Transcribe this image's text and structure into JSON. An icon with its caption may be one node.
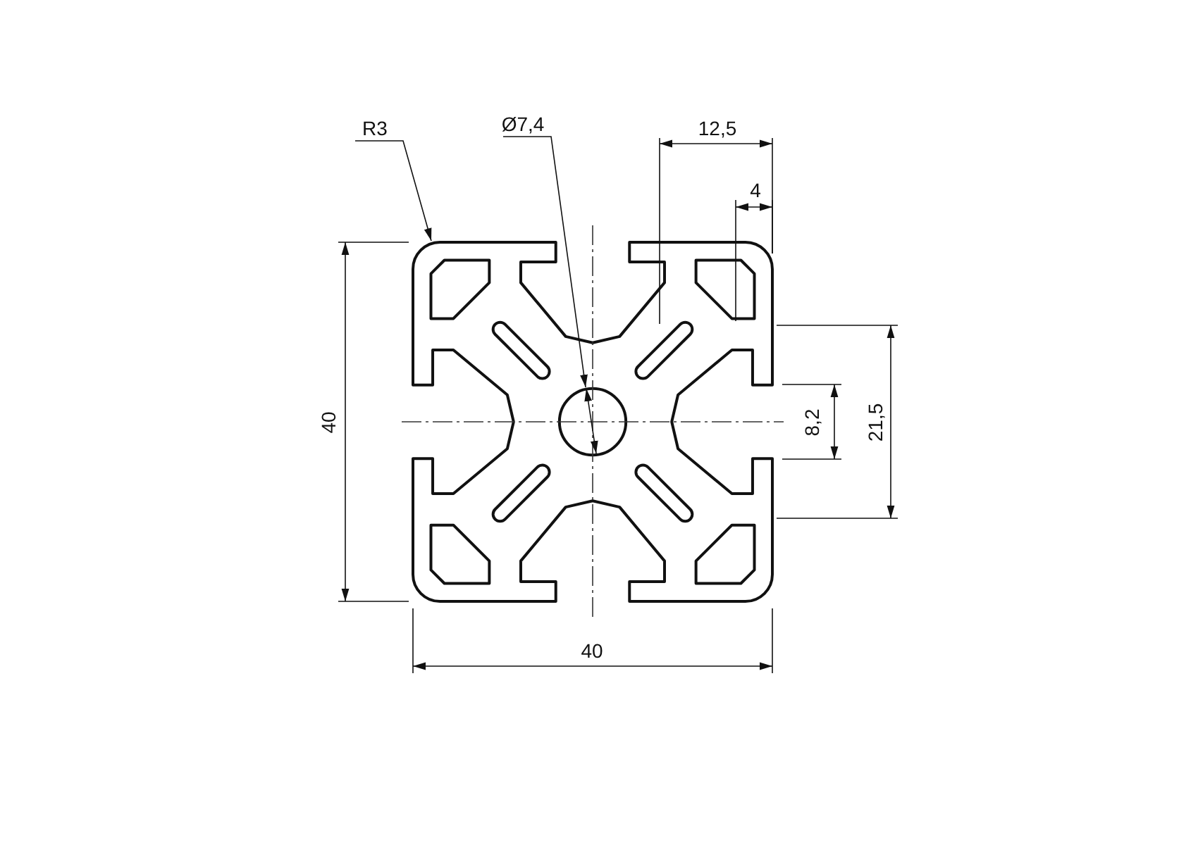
{
  "diagram": {
    "nodes": [
      {
        "text": [
          "R3"
        ]
      },
      {
        "text": [
          "Ø7,4"
        ]
      },
      {
        "text": [],
        "shape": "picture"
      }
    ],
    "edges": [
      {
        "from": 0,
        "to": 2,
        "arrow": "to"
      },
      {
        "from": 1,
        "to": 2,
        "arrow": "to"
      }
    ],
    "labels": [
      "12,5",
      "4",
      "40",
      "8,2",
      "21,5",
      "40"
    ]
  }
}
